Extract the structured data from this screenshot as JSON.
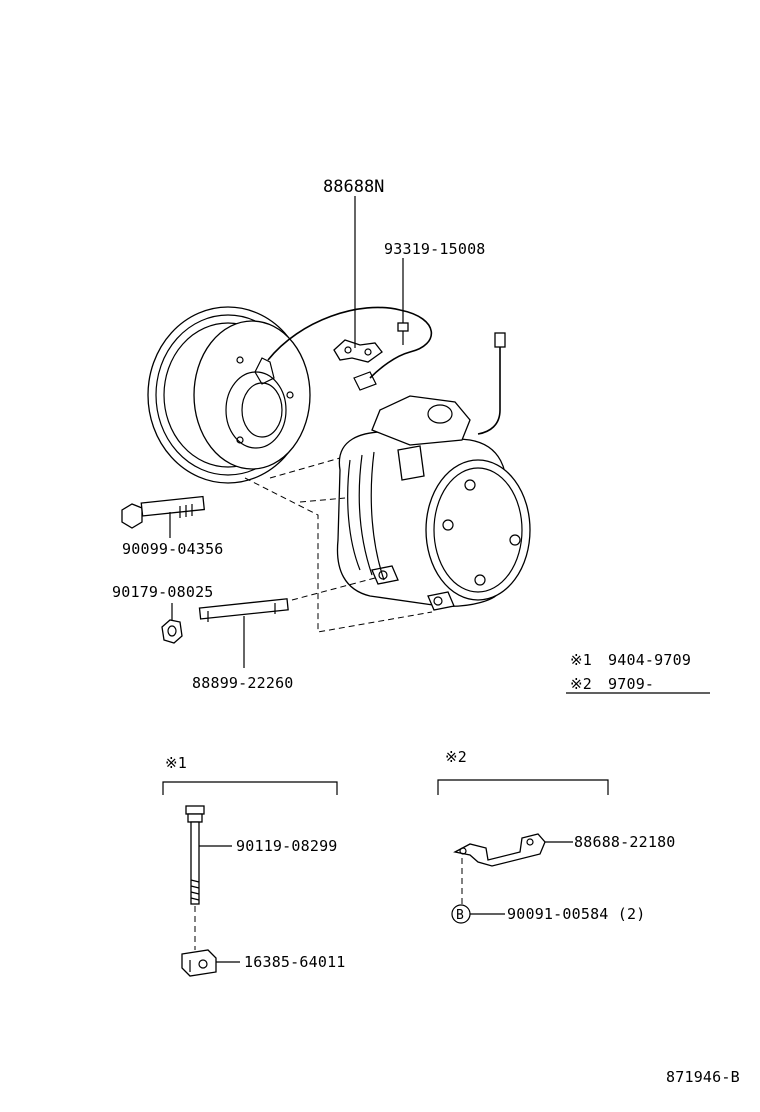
{
  "labels": {
    "p88688n": "88688N",
    "p93319": "93319-15008",
    "p90099": "90099-04356",
    "p90179": "90179-08025",
    "p88899": "88899-22260",
    "p90119": "90119-08299",
    "p16385": "16385-64011",
    "p88688_22180": "88688-22180",
    "p90091": "90091-00584 (2)",
    "b_marker": "B",
    "diagram_id": "871946-B"
  },
  "legend": {
    "n1_mark": "※1",
    "n1_range": "9404-9709",
    "n2_mark": "※2",
    "n2_range": "9709-"
  },
  "groups": {
    "g1_mark": "※1",
    "g2_mark": "※2"
  }
}
